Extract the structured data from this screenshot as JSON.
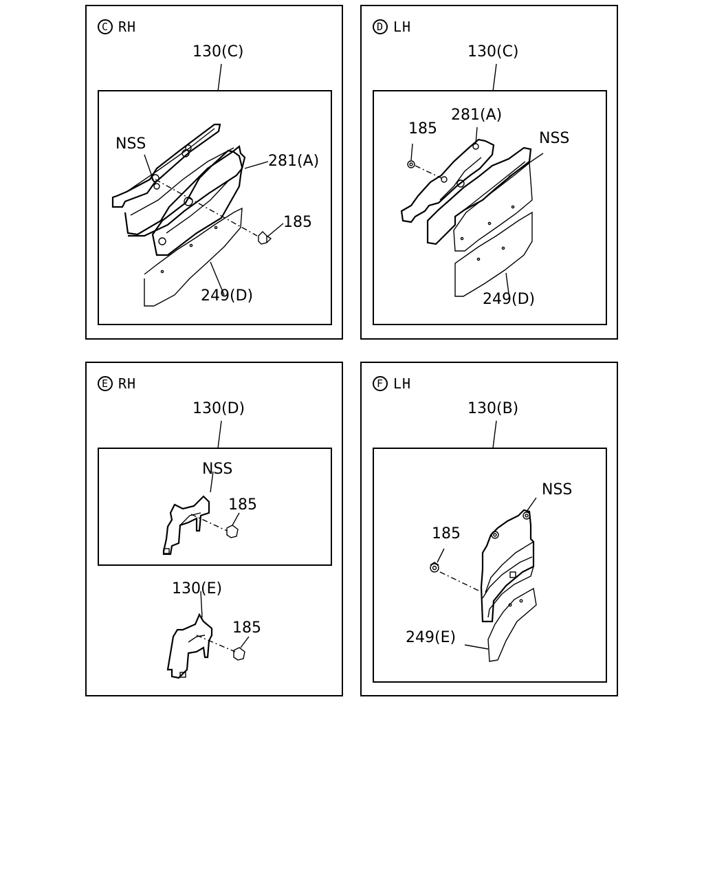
{
  "panels": {
    "c": {
      "view_letter": "C",
      "side": "RH",
      "assembly": "130(C)",
      "callouts": {
        "nss": "NSS",
        "bracket": "281(A)",
        "screw": "185",
        "plate": "249(D)"
      }
    },
    "d": {
      "view_letter": "D",
      "side": "LH",
      "assembly": "130(C)",
      "callouts": {
        "screw": "185",
        "bracket": "281(A)",
        "nss": "NSS",
        "plate": "249(D)"
      }
    },
    "e": {
      "view_letter": "E",
      "side": "RH",
      "assembly": "130(D)",
      "callouts": {
        "nss": "NSS",
        "screw": "185",
        "sub_assembly": "130(E)",
        "screw2": "185"
      }
    },
    "f": {
      "view_letter": "F",
      "side": "LH",
      "assembly": "130(B)",
      "callouts": {
        "nss": "NSS",
        "screw": "185",
        "plate": "249(E)"
      }
    }
  }
}
